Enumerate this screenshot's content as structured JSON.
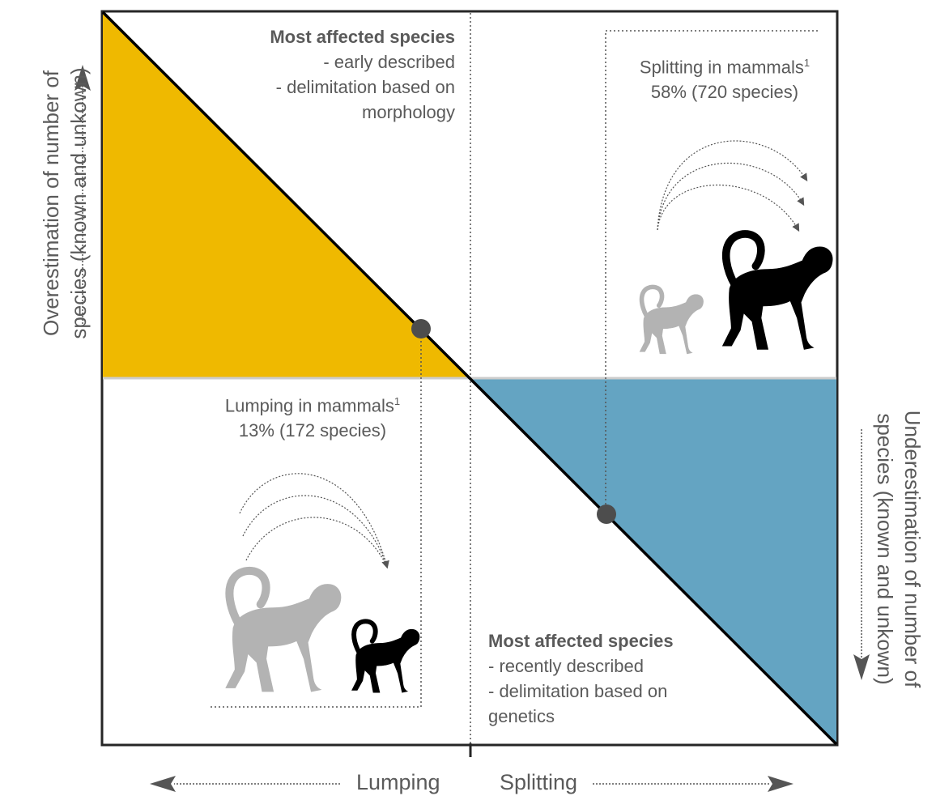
{
  "top_left_box": {
    "heading": "Most affected species",
    "line1": "- early described",
    "line2": "- delimitation based on",
    "line3": "morphology"
  },
  "top_right_box": {
    "line1": "Splitting in mammals",
    "sup": "1",
    "line2": "58% (720 species)"
  },
  "bottom_left_box": {
    "line1": "Lumping in mammals",
    "sup": "1",
    "line2": "13% (172 species)"
  },
  "bottom_right_box": {
    "heading": "Most affected species",
    "line1": "- recently described",
    "line2": "- delimitation based on",
    "line3": "genetics"
  },
  "axes": {
    "x_left": "Lumping",
    "x_right": "Splitting",
    "y_left_line1": "Overestimation of number of",
    "y_left_line2": "species (known and unkown)",
    "y_right_line1": "Underestimation of number of",
    "y_right_line2": "species (known and unkown)"
  },
  "colors": {
    "overestimation_fill": "#efb900",
    "underestimation_fill": "#64a4c2",
    "frame": "#262626",
    "dot": "#4d4d4d",
    "monkey_dark": "#000000",
    "monkey_light": "#b3b3b3"
  }
}
